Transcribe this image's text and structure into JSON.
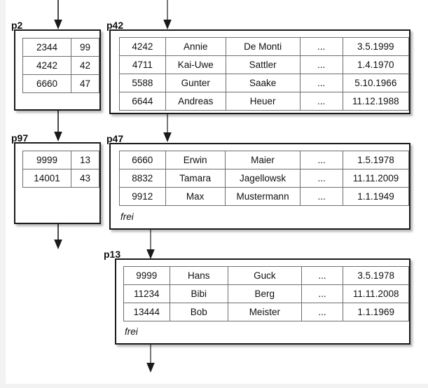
{
  "diagram": {
    "title": "B-tree index pages with leaf data pages",
    "background": "#ffffff",
    "line_color": "#1a1a1a"
  },
  "nodes": [
    {
      "id": "p2",
      "label": "p2",
      "kind": "index",
      "free_label": "",
      "rows": [
        [
          "2344",
          "99"
        ],
        [
          "4242",
          "42"
        ],
        [
          "6660",
          "47"
        ]
      ]
    },
    {
      "id": "p42",
      "label": "p42",
      "kind": "data",
      "free_label": "",
      "rows": [
        [
          "4242",
          "Annie",
          "De Monti",
          "...",
          "3.5.1999"
        ],
        [
          "4711",
          "Kai-Uwe",
          "Sattler",
          "...",
          "1.4.1970"
        ],
        [
          "5588",
          "Gunter",
          "Saake",
          "...",
          "5.10.1966"
        ],
        [
          "6644",
          "Andreas",
          "Heuer",
          "...",
          "11.12.1988"
        ]
      ]
    },
    {
      "id": "p97",
      "label": "p97",
      "kind": "index",
      "free_label": "",
      "rows": [
        [
          "9999",
          "13"
        ],
        [
          "14001",
          "43"
        ]
      ]
    },
    {
      "id": "p47",
      "label": "p47",
      "kind": "data",
      "free_label": "frei",
      "rows": [
        [
          "6660",
          "Erwin",
          "Maier",
          "...",
          "1.5.1978"
        ],
        [
          "8832",
          "Tamara",
          "Jagellowsk",
          "...",
          "11.11.2009"
        ],
        [
          "9912",
          "Max",
          "Mustermann",
          "...",
          "1.1.1949"
        ]
      ]
    },
    {
      "id": "p13",
      "label": "p13",
      "kind": "data",
      "free_label": "frei",
      "rows": [
        [
          "9999",
          "Hans",
          "Guck",
          "...",
          "3.5.1978"
        ],
        [
          "11234",
          "Bibi",
          "Berg",
          "...",
          "11.11.2008"
        ],
        [
          "13444",
          "Bob",
          "Meister",
          "...",
          "1.1.1969"
        ]
      ]
    }
  ],
  "arrows": [
    {
      "name": "arrow-into-p2",
      "from": "top-edge",
      "to": "p2"
    },
    {
      "name": "arrow-into-p42",
      "from": "top-edge",
      "to": "p42"
    },
    {
      "name": "arrow-p2-p97",
      "from": "p2",
      "to": "p97"
    },
    {
      "name": "arrow-p42-p47",
      "from": "p42",
      "to": "p47"
    },
    {
      "name": "arrow-p97-out",
      "from": "p97",
      "to": "bottom"
    },
    {
      "name": "arrow-p47-p13",
      "from": "p47",
      "to": "p13"
    },
    {
      "name": "arrow-p13-out",
      "from": "p13",
      "to": "bottom"
    }
  ]
}
